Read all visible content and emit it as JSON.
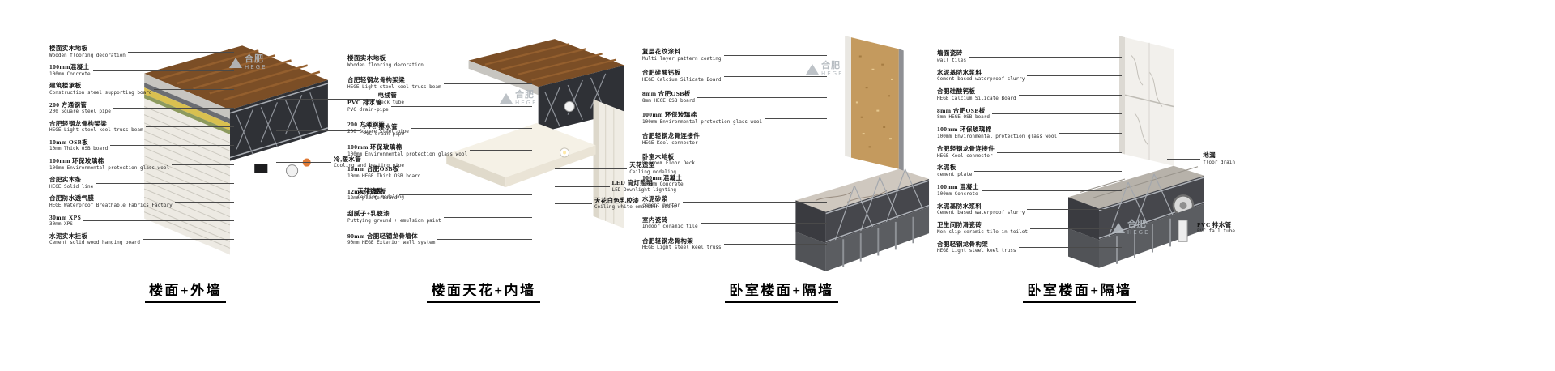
{
  "page": {
    "background": "#ffffff"
  },
  "watermark": {
    "zh": "合肥",
    "en": "HEGE"
  },
  "palette": {
    "wood": "#7b4e26",
    "steel_dark": "#2f3136",
    "osb": "#c49a5e",
    "marble": "#f2f0ec",
    "insulation_yellow": "#d9c050",
    "watermark_gray": "#b0b6bc",
    "leader_line": "#4a4a4a"
  },
  "panels": [
    {
      "title": "楼面+外墙",
      "left_labels": [
        {
          "zh": "楼面实木地板",
          "en": "Wooden flooring decoration"
        },
        {
          "zh": "100mm混凝土",
          "en": "100mm Concrete"
        },
        {
          "zh": "建筑楼承板",
          "en": "Construction steel supporting board"
        },
        {
          "zh": "200 方通钢管",
          "en": "200 Square steel pipe"
        },
        {
          "zh": "合肥轻钢龙骨构架梁",
          "en": "HEGE Light steel keel truss beam"
        },
        {
          "zh": "10mm OSB板",
          "en": "10mm Thick OSB board"
        },
        {
          "zh": "100mm 环保玻璃棉",
          "en": "100mm Environmental protection glass wool"
        },
        {
          "zh": "合肥实木条",
          "en": "HEGE Solid line"
        },
        {
          "zh": "合肥防水透气膜",
          "en": "HEGE Waterproof Breathable Fabrics Factory"
        },
        {
          "zh": "30mm XPS",
          "en": "30mm XPS"
        },
        {
          "zh": "水泥实木挂板",
          "en": "Cement solid wood hanging board"
        }
      ],
      "right_labels": [
        {
          "zh": "电线管",
          "en": "deck tube"
        },
        {
          "zh": "PVC 排水管",
          "en": "PVC drain-pipe"
        },
        {
          "zh": "冷,暖水管",
          "en": "Cooling and heating pipe"
        },
        {
          "zh": "天花造型",
          "en": "Ceiling modeling"
        }
      ]
    },
    {
      "title": "楼面天花+内墙",
      "left_labels": [
        {
          "zh": "楼面实木地板",
          "en": "Wooden flooring decoration"
        },
        {
          "zh": "合肥轻钢龙骨构架梁",
          "en": "HEGE Light steel keel truss beam"
        },
        {
          "zh": "PVC 排水管",
          "en": "PVC drain-pipe"
        },
        {
          "zh": "200 方通钢管",
          "en": "200 Square steel pipe"
        },
        {
          "zh": "100mm 环保玻璃棉",
          "en": "100mm Environmental protection glass wool"
        },
        {
          "zh": "10mm 合肥OSB板",
          "en": "10mm HEGE Thick OSB board"
        },
        {
          "zh": "12mm 石膏板",
          "en": "12mm plasterboard"
        },
        {
          "zh": "刮腻子+乳胶漆",
          "en": "Puttying ground + emulsion paint"
        },
        {
          "zh": "90mm 合肥轻钢龙骨墙体",
          "en": "90mm HEGE Exterior wall system"
        }
      ],
      "right_labels": [
        {
          "zh": "天花造型",
          "en": "Ceiling modeling"
        },
        {
          "zh": "LED 筒灯照明",
          "en": "LED Downlight lighting"
        },
        {
          "zh": "天花白色乳胶漆",
          "en": "Ceiling white emulsion paint"
        }
      ]
    },
    {
      "title": "卧室楼面+隔墙",
      "left_labels": [
        {
          "zh": "复层花纹涂料",
          "en": "Multi layer pattern coating"
        },
        {
          "zh": "合肥硅酸钙板",
          "en": "HEGE Calcium Silicate Board"
        },
        {
          "zh": "8mm 合肥OSB板",
          "en": "8mm HEGE OSB board"
        },
        {
          "zh": "100mm 环保玻璃棉",
          "en": "100mm Environmental protection glass wool"
        },
        {
          "zh": "合肥轻钢龙骨连接件",
          "en": "HEGE Keel connector"
        },
        {
          "zh": "卧室木地板",
          "en": "Bedroom Floor Deck"
        },
        {
          "zh": "100mm混凝土",
          "en": "100mm Concrete"
        },
        {
          "zh": "水泥砂浆",
          "en": "cement mortar"
        },
        {
          "zh": "室内瓷砖",
          "en": "Indoor ceramic tile"
        },
        {
          "zh": "合肥轻钢龙骨构架",
          "en": "HEGE Light steel keel truss"
        }
      ],
      "right_labels": []
    },
    {
      "title": "卧室楼面+隔墙",
      "left_labels": [
        {
          "zh": "墙面瓷砖",
          "en": "wall tiles"
        },
        {
          "zh": "水泥基防水浆料",
          "en": "Cement based waterproof slurry"
        },
        {
          "zh": "合肥硅酸钙板",
          "en": "HEGE Calcium Silicate Board"
        },
        {
          "zh": "8mm 合肥OSB板",
          "en": "8mm HEGE OSB board"
        },
        {
          "zh": "100mm 环保玻璃棉",
          "en": "100mm Environmental protection glass wool"
        },
        {
          "zh": "合肥轻钢龙骨连接件",
          "en": "HEGE Keel connector"
        },
        {
          "zh": "水泥板",
          "en": "cement plate"
        },
        {
          "zh": "100mm 混凝土",
          "en": "100mm Concrete"
        },
        {
          "zh": "水泥基防水浆料",
          "en": "Cement based waterproof slurry"
        },
        {
          "zh": "卫生间防滑瓷砖",
          "en": "Non slip ceramic tile in toilet"
        },
        {
          "zh": "合肥轻钢龙骨构架",
          "en": "HEGE Light steel keel truss"
        }
      ],
      "right_labels": [
        {
          "zh": "地漏",
          "en": "floor drain"
        },
        {
          "zh": "PVC 排水管",
          "en": "PVC fall tube"
        }
      ]
    }
  ]
}
